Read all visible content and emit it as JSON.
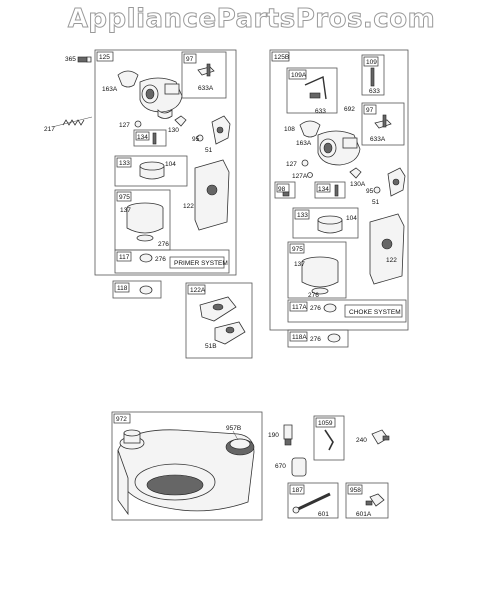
{
  "watermark": "AppliancePartsPros.com",
  "groups": {
    "g125": "125",
    "g97a": "97",
    "g133a": "133",
    "g975a": "975",
    "g117": "117",
    "g118": "118",
    "g122a": "122A",
    "g125b": "125B",
    "g109a": "109A",
    "g109": "109",
    "g97b": "97",
    "g98": "98",
    "g134b": "134",
    "g133b": "133",
    "g975b": "975",
    "g117a": "117A",
    "g118a": "118A",
    "g972": "972",
    "g1059": "1059",
    "g187": "187",
    "g958": "958"
  },
  "labels": {
    "l365": "365",
    "l217": "217",
    "l163a_a": "163A",
    "l633a_a": "633A",
    "l127_a": "127",
    "l130_a": "130",
    "l134_a": "134",
    "l95_a": "95",
    "l51_a": "51",
    "l104_a": "104",
    "l137_a": "137",
    "l122_a": "122",
    "l276_a1": "276",
    "l276_a2": "276",
    "l51b": "51B",
    "l633": "633",
    "l692": "692",
    "l108": "108",
    "l163a_b": "163A",
    "l633a_b": "633A",
    "l127_b": "127",
    "l127a": "127A",
    "l130a": "130A",
    "l95_b": "95",
    "l51_b": "51",
    "l104_b": "104",
    "l137_b": "137",
    "l122_b": "122",
    "l276_b1": "276",
    "l276_b2": "276",
    "l276_b3": "276",
    "l957b": "957B",
    "l190": "190",
    "l670": "670",
    "l240": "240",
    "l601": "601",
    "l601a": "601A"
  },
  "captions": {
    "primer": "PRIMER SYSTEM",
    "choke": "CHOKE SYSTEM"
  }
}
